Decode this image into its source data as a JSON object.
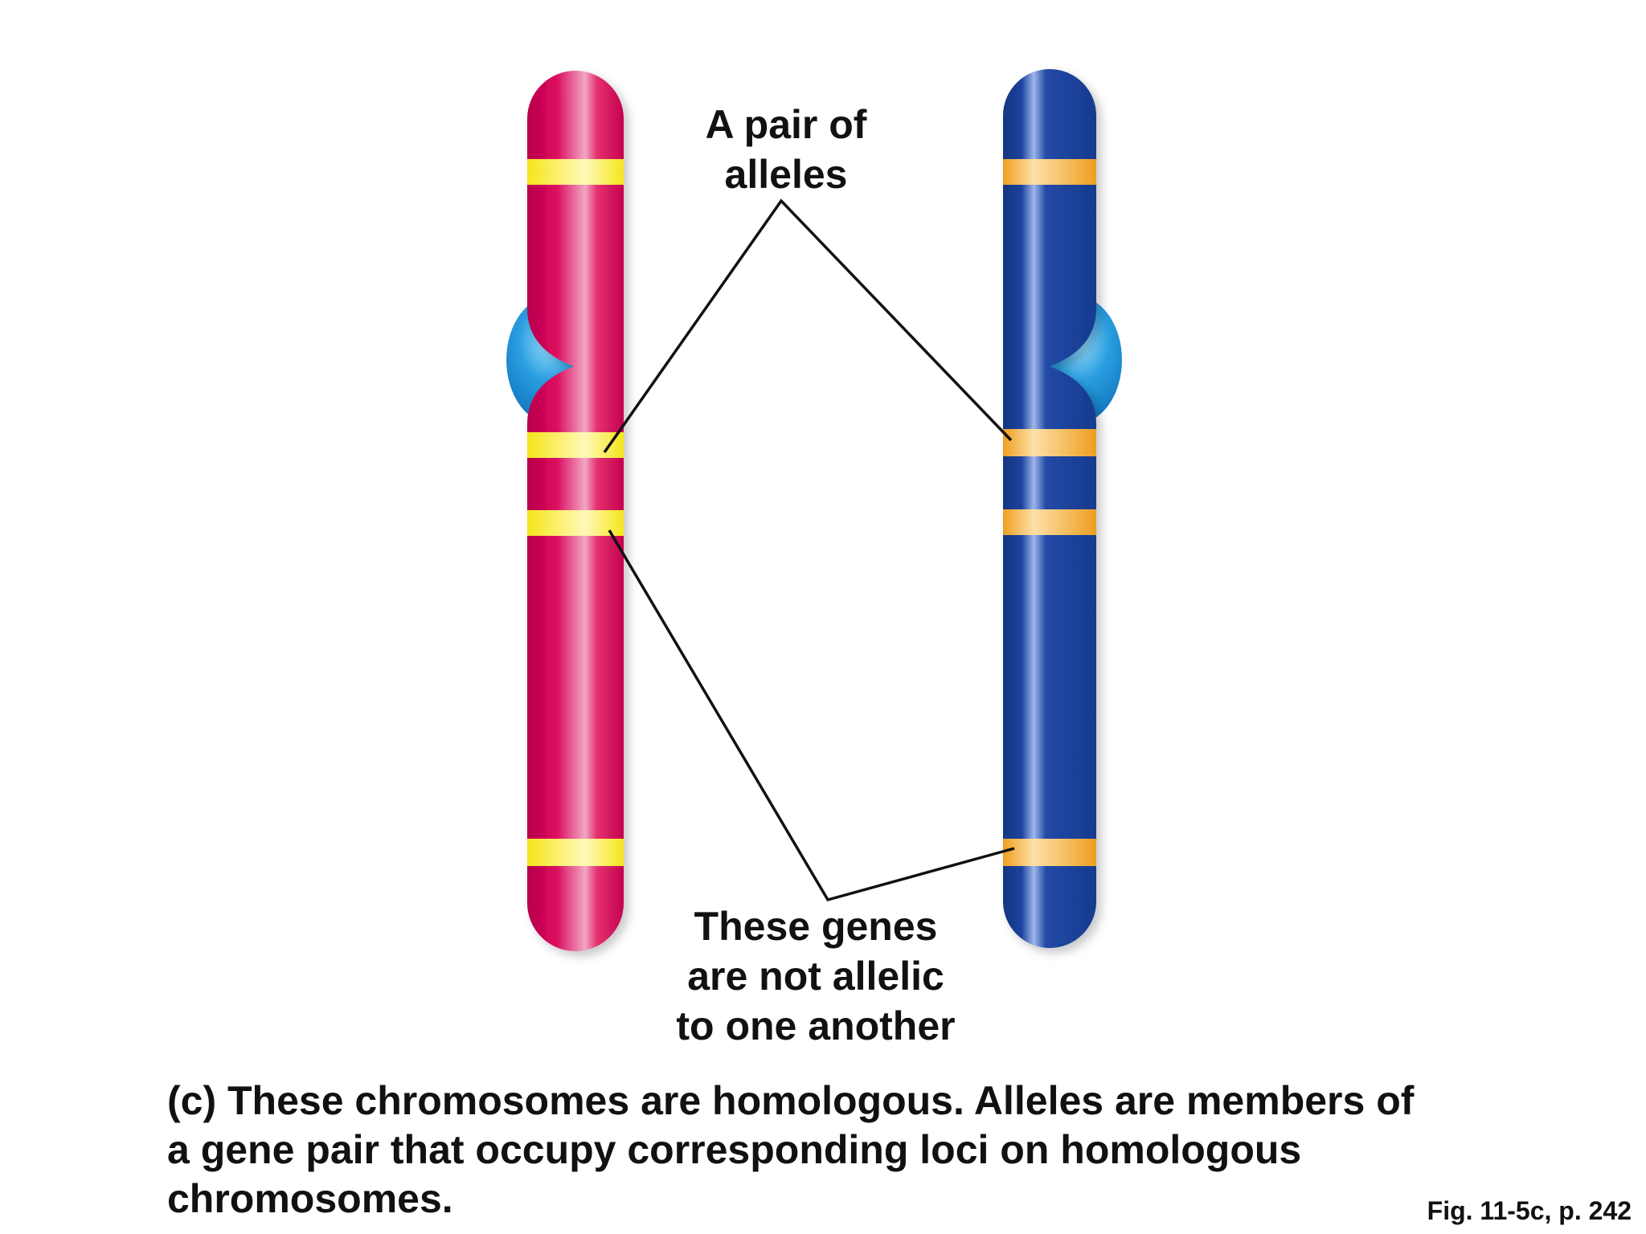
{
  "labels": {
    "alleles": "A pair of\nalleles",
    "not_allelic": "These genes\nare not allelic\nto one another"
  },
  "caption": "(c) These chromosomes are homologous. Alleles are members of\na gene pair that occupy corresponding loci on homologous\nchromosomes.",
  "figure_reference": "Fig. 11-5c, p. 242",
  "colors": {
    "maternal_chromosome": "#d6005a",
    "paternal_chromosome": "#1a3f99",
    "centromere": "#1f8fd6",
    "maternal_gene_band": "#f7ee1e",
    "paternal_gene_band": "#f2a528",
    "pointer_line": "#111111"
  }
}
